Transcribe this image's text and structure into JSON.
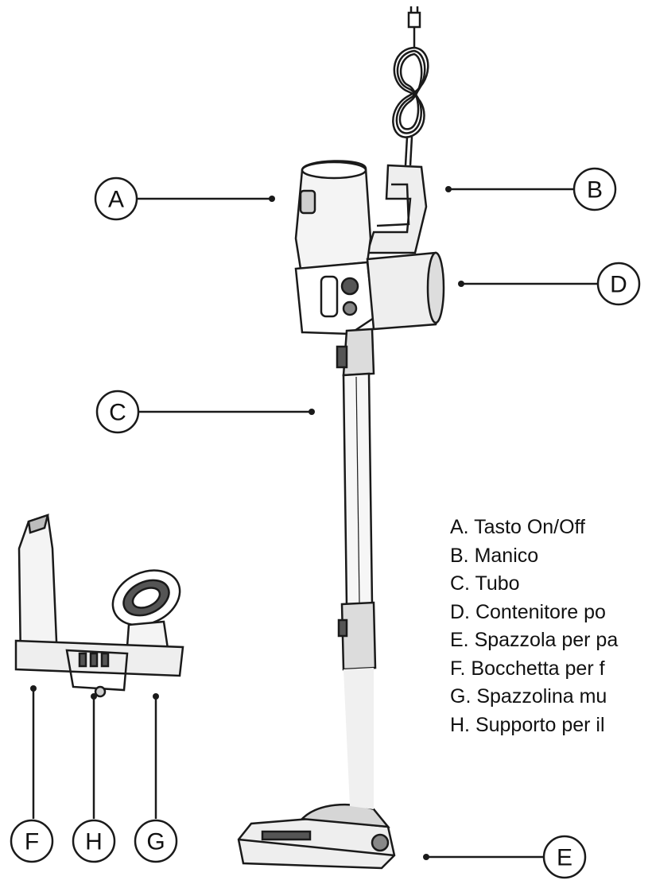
{
  "callouts": [
    {
      "id": "A",
      "letter": "A"
    },
    {
      "id": "B",
      "letter": "B"
    },
    {
      "id": "C",
      "letter": "C"
    },
    {
      "id": "D",
      "letter": "D"
    },
    {
      "id": "E",
      "letter": "E"
    },
    {
      "id": "F",
      "letter": "F"
    },
    {
      "id": "G",
      "letter": "G"
    },
    {
      "id": "H",
      "letter": "H"
    }
  ],
  "legend": [
    "A. Tasto On/Off",
    "B. Manico",
    "C. Tubo",
    "D. Contenitore po",
    "E. Spazzola per pa",
    "F. Bocchetta per f",
    "G. Spazzolina mu",
    "H. Supporto per il"
  ],
  "colors": {
    "line": "#1a1a1a",
    "fill_light": "#eeeeee",
    "fill_mid": "#cfcfcf",
    "fill_dark": "#555555"
  }
}
